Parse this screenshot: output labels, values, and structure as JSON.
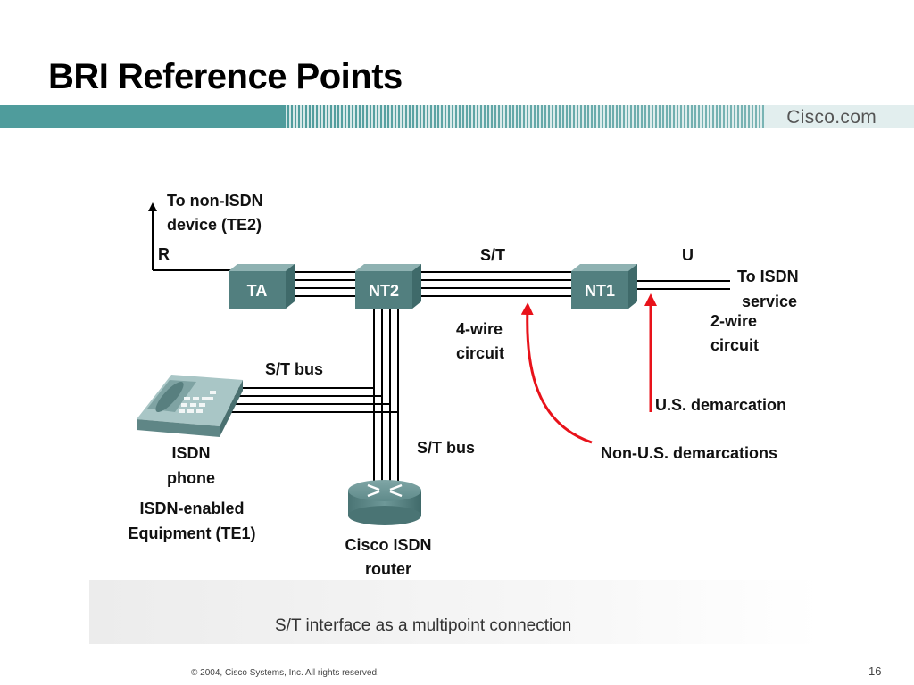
{
  "slide": {
    "title": "BRI Reference Points",
    "logo": "Cisco.com",
    "caption": "S/T interface as a multipoint connection",
    "footer": "© 2004, Cisco Systems, Inc. All rights reserved.",
    "page_number": "16"
  },
  "diagram": {
    "devices": {
      "ta": "TA",
      "nt2": "NT2",
      "nt1": "NT1"
    },
    "reference_points": {
      "r": "R",
      "st": "S/T",
      "u": "U"
    },
    "labels": {
      "te2_line1": "To non-ISDN",
      "te2_line2": "device (TE2)",
      "isdn_service_line1": "To ISDN",
      "isdn_service_line2": "service",
      "four_wire_line1": "4-wire",
      "four_wire_line2": "circuit",
      "two_wire_line1": "2-wire",
      "two_wire_line2": "circuit",
      "st_bus_top": "S/T bus",
      "st_bus_bottom": "S/T bus",
      "us_demarcation": "U.S. demarcation",
      "non_us_demarcations": "Non-U.S. demarcations",
      "phone_line1": "ISDN",
      "phone_line2": "phone",
      "te1_line1": "ISDN-enabled",
      "te1_line2": "Equipment (TE1)",
      "router_line1": "Cisco ISDN",
      "router_line2": "router"
    },
    "colors": {
      "device_box": "#4f7f7f",
      "arrow_red": "#e8121a",
      "banner": "#4f9c9c"
    }
  }
}
